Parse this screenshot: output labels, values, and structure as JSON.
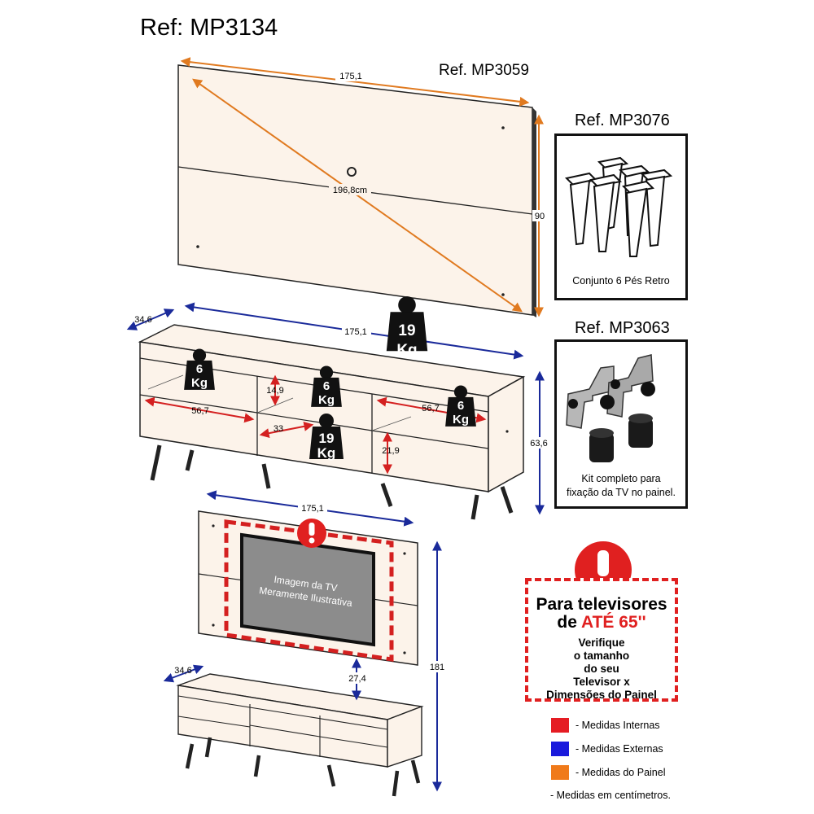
{
  "title": "Ref: MP3134",
  "panel": {
    "ref": "Ref. MP3059",
    "width_label": "175,1",
    "height_label": "90",
    "diagonal_label": "196,8cm"
  },
  "rack": {
    "depth_label": "34,6",
    "width_label": "175,1",
    "height_label": "63,6",
    "weights": {
      "top": [
        "19",
        "Kg"
      ],
      "left": [
        "6",
        "Kg"
      ],
      "center": [
        "6",
        "Kg"
      ],
      "right": [
        "6",
        "Kg"
      ],
      "center_low": [
        "19",
        "Kg"
      ]
    },
    "internal": {
      "left_width": "56,7",
      "right_width": "56,7",
      "niche_height": "14,9",
      "center_width": "33",
      "lower_height": "21,9"
    }
  },
  "assembly": {
    "width_label": "175,1",
    "height_label": "181",
    "depth_label": "34,6",
    "gap_label": "27,4",
    "tv_caption_1": "Imagem da TV",
    "tv_caption_2": "Meramente Ilustrativa"
  },
  "kits": [
    {
      "ref": "Ref. MP3076",
      "caption_1": "Conjunto 6 Pés Retro",
      "caption_2": ""
    },
    {
      "ref": "Ref. MP3063",
      "caption_1": "Kit completo para",
      "caption_2": "fixação da TV no painel."
    }
  ],
  "warning": {
    "line1": "Para televisores",
    "line2_prefix": "de ",
    "line2_highlight": "ATÉ 65''",
    "body": [
      "Verifique",
      "o tamanho",
      "do seu",
      "Televisor x",
      "Dimensões do Painel"
    ]
  },
  "legend": [
    {
      "label": "- Medidas Internas",
      "color": "#e51c23"
    },
    {
      "label": "- Medidas Externas",
      "color": "#1a1adc"
    },
    {
      "label": "- Medidas do Painel",
      "color": "#f07a1a"
    }
  ],
  "note": "- Medidas em centímetros.",
  "colors": {
    "internal": "#d42020",
    "external": "#1a2a9a",
    "panel": "#e07a20"
  }
}
